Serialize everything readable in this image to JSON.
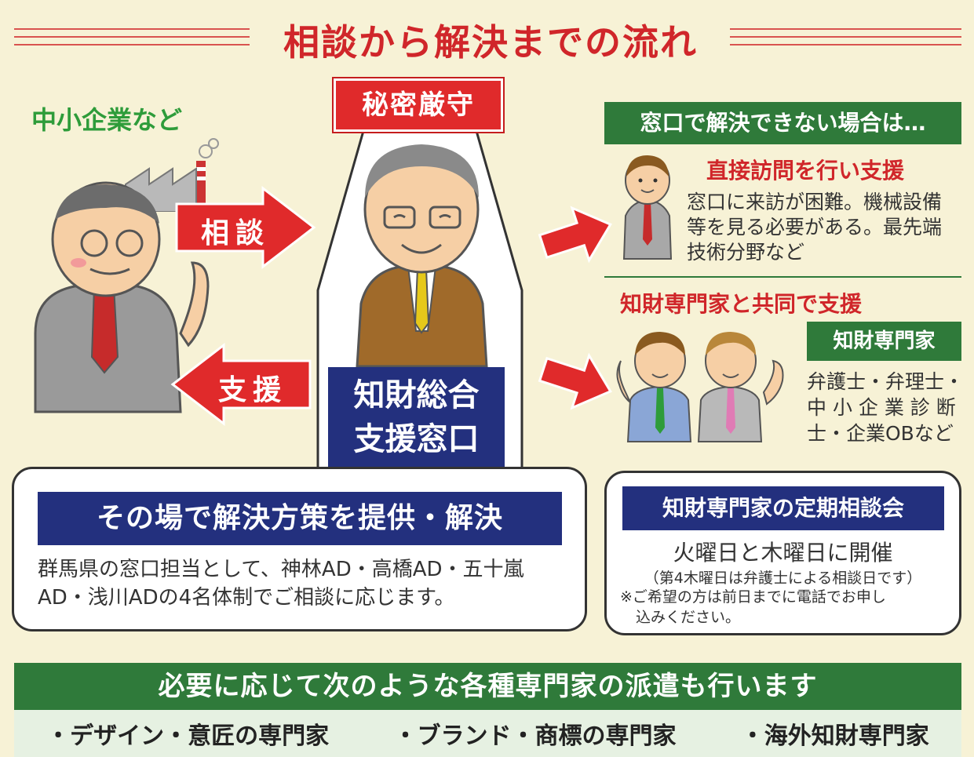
{
  "title": "相談から解決までの流れ",
  "left": {
    "label": "中小企業など"
  },
  "arrows": {
    "consult": "相談",
    "support": "支援"
  },
  "center": {
    "confidential": "秘密厳守",
    "desk_line1": "知財総合",
    "desk_line2": "支援窓口"
  },
  "right": {
    "header": "窓口で解決できない場合は…",
    "direct": {
      "title": "直接訪問を行い支援",
      "lines": [
        "窓口に来訪が困難。機械設備",
        "等を見る必要がある。最先端",
        "技術分野など"
      ]
    },
    "joint": {
      "title": "知財専門家と共同で支援",
      "badge": "知財専門家",
      "lines": [
        "弁護士・弁理士・",
        "中 小 企 業 診 断",
        "士・企業OBなど"
      ]
    }
  },
  "onsite": {
    "header": "その場で解決方策を提供・解決",
    "lines": [
      "群馬県の窓口担当として、神林AD・高橋AD・五十嵐",
      "AD・浅川ADの4名体制でご相談に応じます。"
    ]
  },
  "regular": {
    "header": "知財専門家の定期相談会",
    "main": "火曜日と木曜日に開催",
    "note1": "（第4木曜日は弁護士による相談日です）",
    "note2": "※ご希望の方は前日までに電話でお申し",
    "note3": "込みください。"
  },
  "bottom": {
    "header": "必要に応じて次のような各種専門家の派遣も行います",
    "items": [
      "・デザイン・意匠の専門家",
      "・ブランド・商標の専門家",
      "・海外知財専門家"
    ]
  },
  "colors": {
    "red": "#e02a2b",
    "navy": "#23307e",
    "green": "#2f7a3a",
    "bg": "#f7f2d6"
  }
}
